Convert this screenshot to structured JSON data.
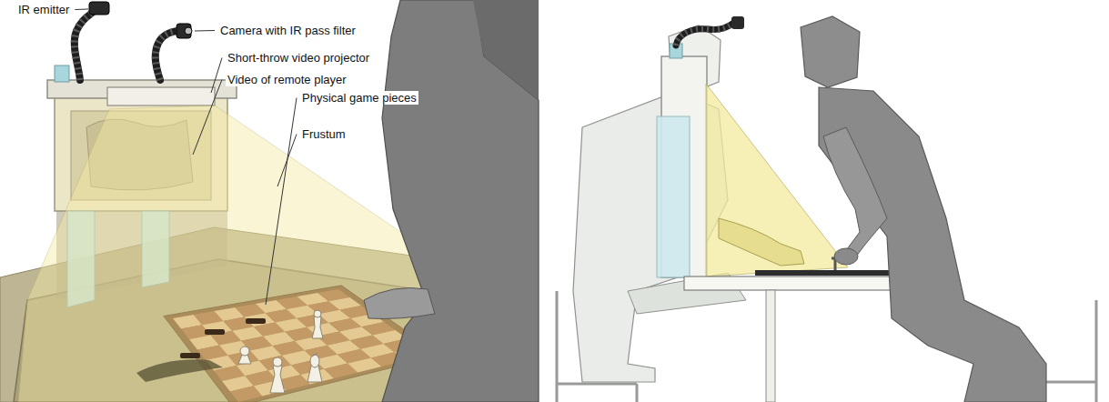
{
  "diagram": {
    "labels": [
      "IR emitter",
      "Camera with IR pass filter",
      "Short-throw video projector",
      "Video of remote player",
      "Physical game pieces",
      "Frustum"
    ]
  }
}
